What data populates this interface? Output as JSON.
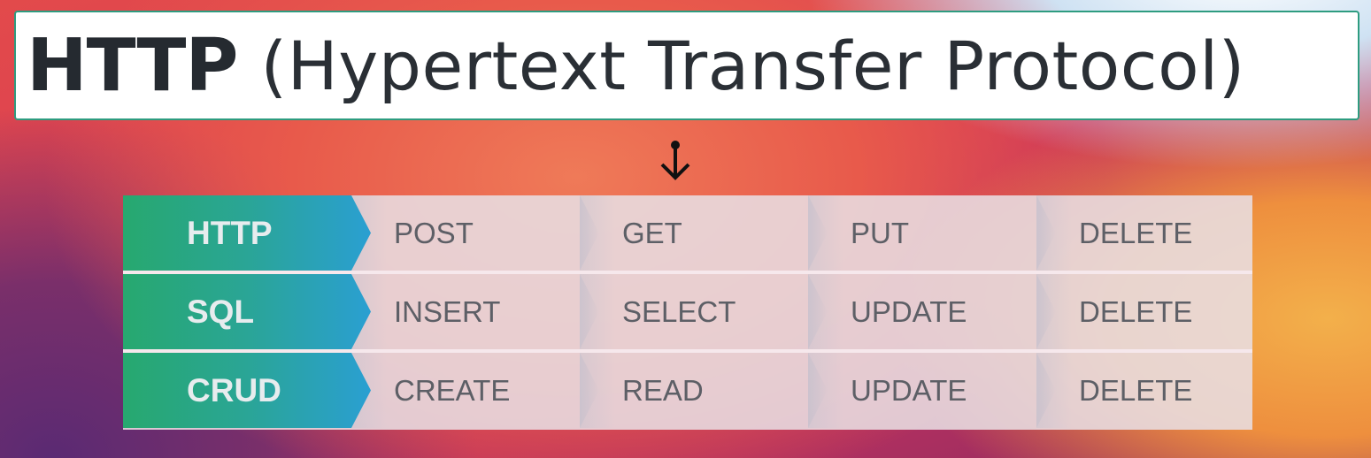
{
  "title": {
    "bold": "HTTP",
    "rest": "(Hypertext Transfer Protocol)"
  },
  "arrow_icon": "down-arrow-icon",
  "table": {
    "rows": [
      {
        "label": "HTTP",
        "ops": [
          "POST",
          "GET",
          "PUT",
          "DELETE"
        ]
      },
      {
        "label": "SQL",
        "ops": [
          "INSERT",
          "SELECT",
          "UPDATE",
          "DELETE"
        ]
      },
      {
        "label": "CRUD",
        "ops": [
          "CREATE",
          "READ",
          "UPDATE",
          "DELETE"
        ]
      }
    ]
  },
  "colors": {
    "title_border": "#2e9c80",
    "header_green": "#27a86f",
    "header_blue": "#2a9fd2"
  }
}
